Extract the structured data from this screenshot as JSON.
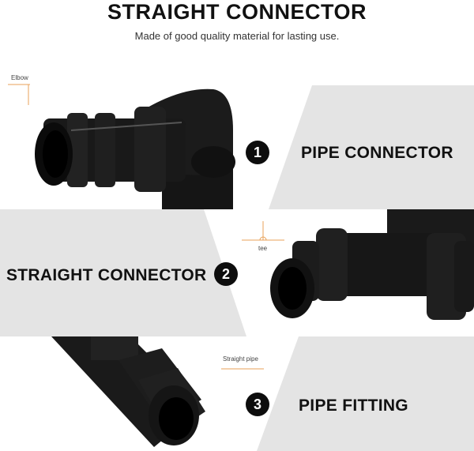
{
  "header": {
    "title": "STRAIGHT CONNECTOR",
    "subtitle": "Made of good quality material for lasting use."
  },
  "sections": [
    {
      "number": "1",
      "label": "PIPE CONNECTOR",
      "callout": "Elbow"
    },
    {
      "number": "2",
      "label": "STRAIGHT CONNECTOR",
      "callout": "tee"
    },
    {
      "number": "3",
      "label": "PIPE FITTING",
      "callout": "Straight pipe"
    }
  ],
  "colors": {
    "panel_gray": "#e4e4e4",
    "callout_line": "#e8a25a",
    "badge": "#0d0d0d",
    "part": "#141414"
  }
}
